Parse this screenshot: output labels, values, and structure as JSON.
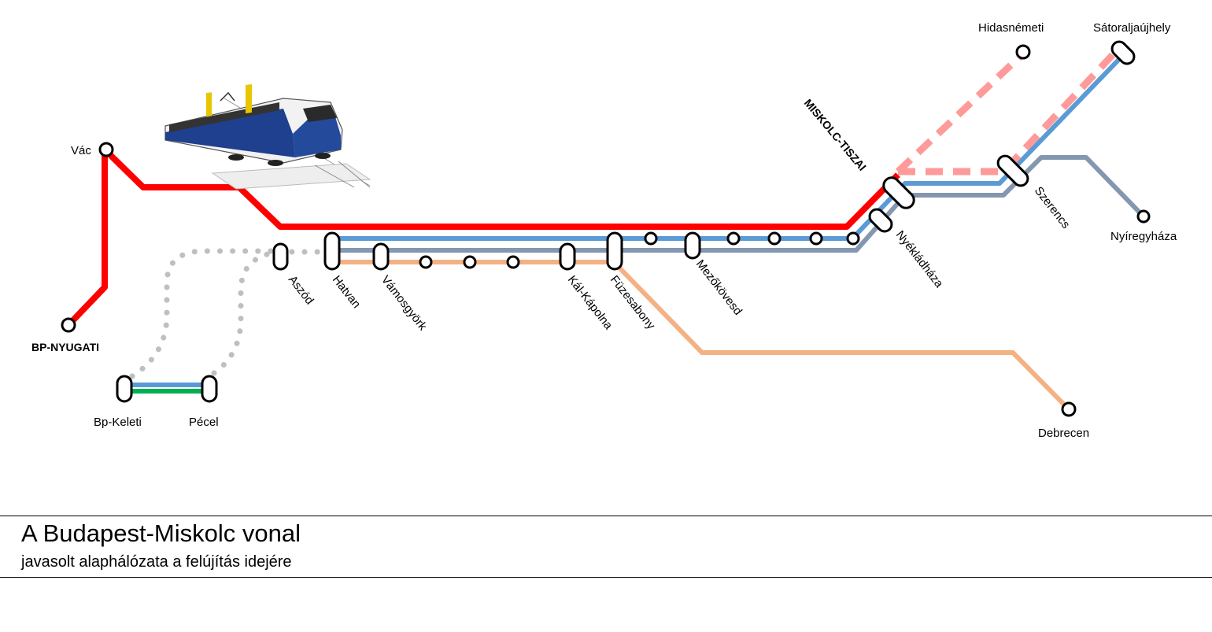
{
  "colors": {
    "red": "#ff0000",
    "pink": "#ff9a9a",
    "blue": "#5b9bd5",
    "gray": "#8497b0",
    "orange": "#f4b183",
    "green": "#00b050",
    "dotted": "#bfbfbf"
  },
  "stations": {
    "bp_nyugati": "BP-NYUGATI",
    "vac": "Vác",
    "aszod": "Aszód",
    "hatvan": "Hatvan",
    "vamosgyork": "Vámosgyörk",
    "kal_kapolna": "Kál-Kápolna",
    "fuzesabony": "Füzesabony",
    "mezokovesd": "Mezőkövesd",
    "nyekladhaza": "Nyékládháza",
    "miskolc_tiszai": "MISKOLC-TISZAI",
    "szerencs": "Szerencs",
    "hidasnemeti": "Hidasnémeti",
    "satoraljaujhely": "Sátoraljaújhely",
    "nyiregyhaza": "Nyíregyháza",
    "debrecen": "Debrecen",
    "bp_keleti": "Bp-Keleti",
    "pecel": "Pécel"
  },
  "train_icon": "train-illustration",
  "footer": {
    "title": "A Budapest-Miskolc vonal",
    "subtitle": "javasolt alaphálózata a felújítás idejére"
  }
}
